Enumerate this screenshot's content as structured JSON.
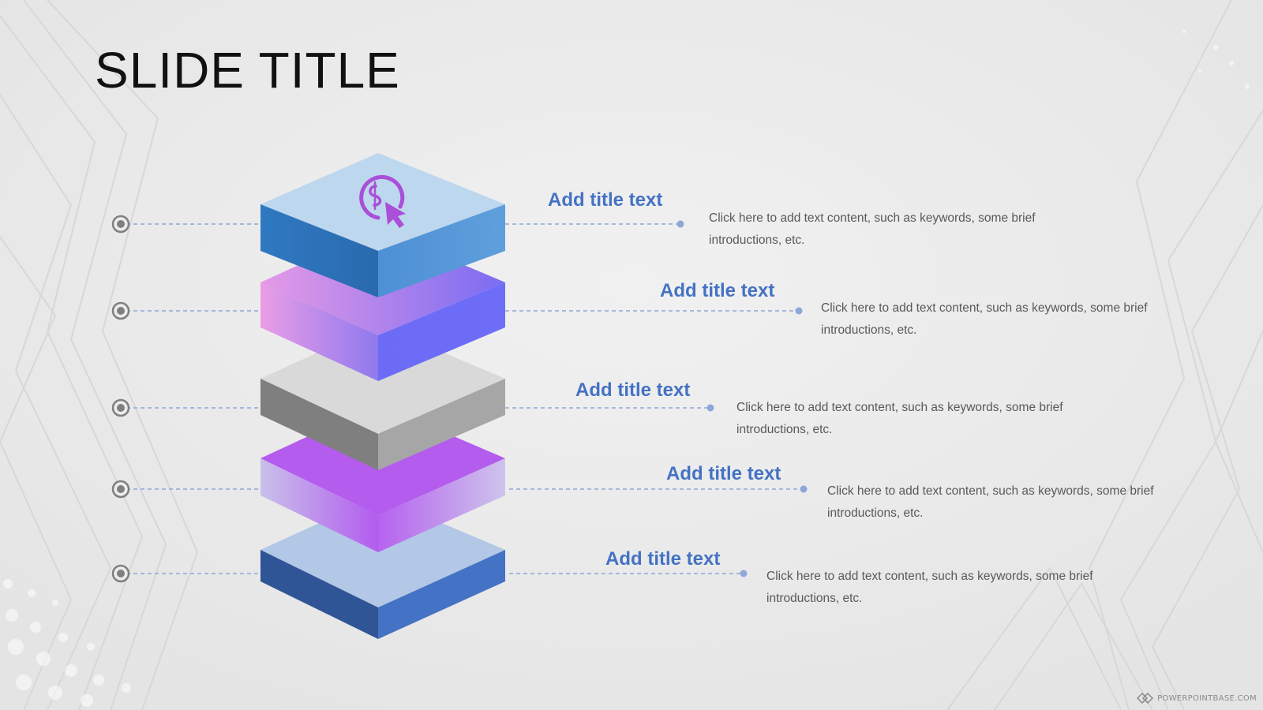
{
  "slide": {
    "title": "SLIDE TITLE"
  },
  "items": [
    {
      "title": "Add title text",
      "description": "Click here to add text content, such as keywords, some brief introductions, etc."
    },
    {
      "title": "Add title text",
      "description": "Click here to add text content, such as keywords, some brief introductions, etc."
    },
    {
      "title": "Add title text",
      "description": "Click here to add text content, such as keywords, some brief introductions, etc."
    },
    {
      "title": "Add title text",
      "description": "Click here to add text content, such as keywords, some brief introductions, etc."
    },
    {
      "title": "Add title text",
      "description": "Click here to add text content, such as keywords, some brief introductions, etc."
    }
  ],
  "icons": {
    "top_layer_icon": "dollar-cursor-icon",
    "marker_icon": "target-dot-icon"
  },
  "watermark": "POWERPOINTBASE.COM",
  "colors": {
    "title_accent": "#4472c4",
    "connector": "#8ea6d8",
    "layer1": "#2e75b6",
    "layer2": "#6a6af5",
    "layer3": "#8c8c8c",
    "layer4": "#b05ced",
    "layer5": "#3b5aa8"
  }
}
